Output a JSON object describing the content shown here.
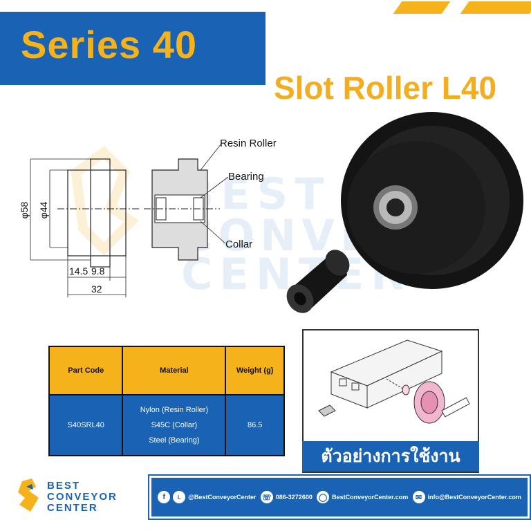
{
  "header": {
    "series_title": "Series 40",
    "product_title": "Slot Roller L40"
  },
  "drawing": {
    "dims": {
      "outer_diameter": "φ58",
      "inner_diameter": "φ44",
      "width_a": "14.5",
      "width_b": "9.8",
      "total_width": "32"
    },
    "callouts": {
      "resin_roller": "Resin Roller",
      "bearing": "Bearing",
      "collar": "Collar"
    }
  },
  "watermark": {
    "line1": "BEST",
    "line2": "CONVEYOR",
    "line3": "CENTER"
  },
  "spec_table": {
    "headers": {
      "part_code": "Part Code",
      "material": "Material",
      "weight": "Weight (g)"
    },
    "row": {
      "part_code": "S40SRL40",
      "materials": [
        "Nylon (Resin Roller)",
        "S45C (Collar)",
        "Steel (Bearing)"
      ],
      "weight": "86.5"
    }
  },
  "usage": {
    "label": "ตัวอย่างการใช้งาน"
  },
  "logo": {
    "line1": "BEST",
    "line2": "CONVEYOR",
    "line3": "CENTER"
  },
  "contact": {
    "facebook_line": "@BestConveyorCenter",
    "phone": "086-3272600",
    "website": "BestConveyorCenter.com",
    "email": "info@BestConveyorCenter.com"
  },
  "colors": {
    "brand_blue": "#1a62b4",
    "brand_yellow": "#f5b21a"
  }
}
